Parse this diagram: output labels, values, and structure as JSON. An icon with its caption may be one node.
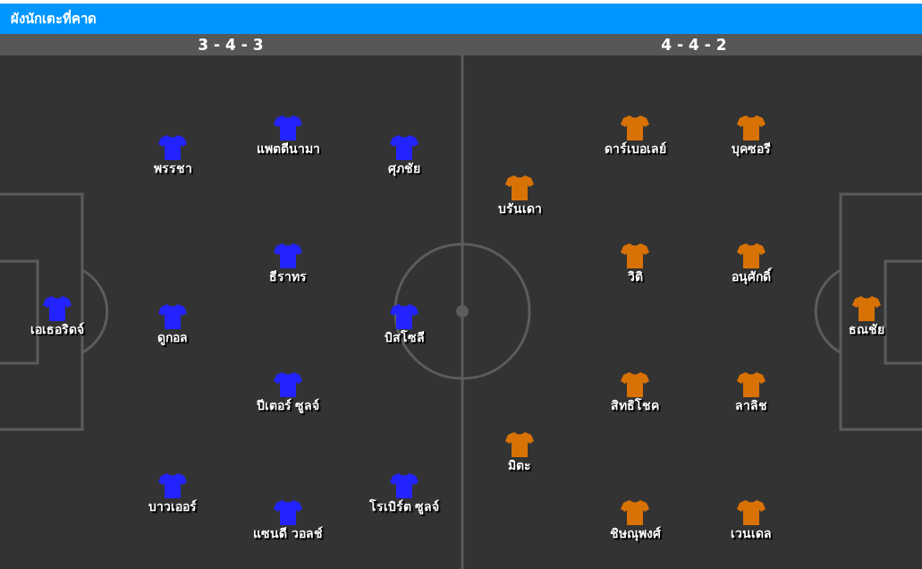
{
  "diagram": {
    "title": "ผังนักเตะที่คาด",
    "labels": [
      "3 - 4 - 3",
      "4 - 4 - 2",
      "แพตตีนามา",
      "พรรชา",
      "ศุภชัย",
      "ธีราทร",
      "เอเธอริดจ์",
      "ดูกอล",
      "บิสโซลี",
      "ปีเตอร์ ซูลจ์",
      "บาวเออร์",
      "โรเบิร์ต ซูลจ์",
      "แซนดี วอลช์",
      "ดาร์เบอเลย์",
      "บุคซอรี",
      "บรันเดา",
      "วิติ",
      "อนุศักดิ์",
      "ธณชัย",
      "สิทธิโชค",
      "ลาลิช",
      "มิตะ",
      "ชิษณุพงศ์",
      "เวนเดล"
    ]
  }
}
